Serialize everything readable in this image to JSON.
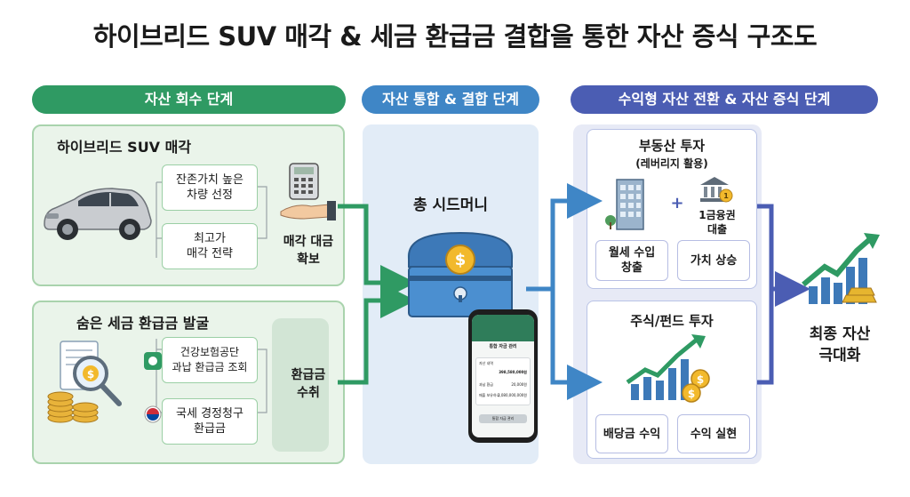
{
  "title": "하이브리드 SUV 매각 & 세금 환급금 결합을 통한 자산 증식 구조도",
  "stages": {
    "stage1": "자산 회수 단계",
    "stage2": "자산 통합 & 결합 단계",
    "stage3": "수익형 자산 전환 & 자산 증식 단계"
  },
  "suv_sale": {
    "heading": "하이브리드 SUV 매각",
    "step1": "잔존가치 높은\n차량 선정",
    "step2": "최고가\n매각 전략",
    "result": "매각 대금\n확보"
  },
  "refund": {
    "heading": "숨은 세금 환급금 발굴",
    "step1": "건강보험공단\n과납 환급금 조회",
    "step2": "국세 경정청구\n환급금",
    "result": "환급금\n수취"
  },
  "seed": {
    "heading": "총 시드머니",
    "phone": {
      "title": "통합 자금 관리",
      "row1_label": "자산 내역",
      "row1_value": "398,580,000원",
      "row2_label": "과납 환급",
      "row2_value": "20,000원",
      "row3_label": "매출 보유하니",
      "row3_value": "1,080,000,000원",
      "button": "통합 자금 관리"
    }
  },
  "real_estate": {
    "heading": "부동산 투자",
    "sub": "(레버리지 활용)",
    "plus": "+",
    "loan": "1금융권\n대출",
    "badge": "1",
    "out1": "월세 수입\n창출",
    "out2": "가치 상승"
  },
  "stocks": {
    "heading": "주식/펀드 투자",
    "out1": "배당금 수익",
    "out2": "수익 실현"
  },
  "final": "최종 자산\n극대화",
  "icons": {
    "dollar": "$"
  }
}
